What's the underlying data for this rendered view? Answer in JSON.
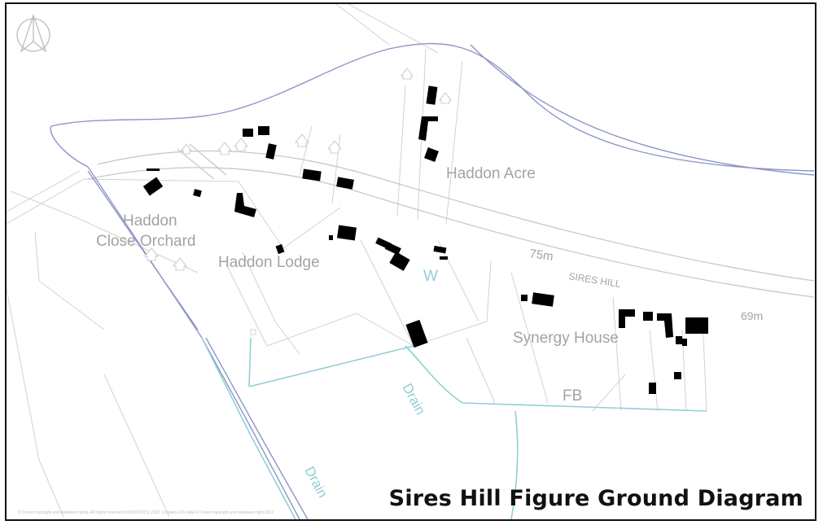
{
  "map": {
    "title": "Sires Hill Figure Ground Diagram",
    "copyright": "© Crown copyright and database rights. All rights reserved (0100031673) 2022. Contains OS data © Crown copyright and database right 2022",
    "labels": {
      "haddon_acre": "Haddon Acre",
      "haddon": "Haddon",
      "close_orchard": "Close Orchard",
      "haddon_lodge": "Haddon Lodge",
      "w": "W",
      "spot_75m": "75m",
      "sires_hill": "SIRES HILL",
      "spot_69m": "69m",
      "synergy_house": "Synergy House",
      "fb": "FB",
      "drain_1": "Drain",
      "drain_2": "Drain"
    },
    "icons": [
      "north-arrow-icon",
      "tree-icon"
    ],
    "colors": {
      "building": "#000000",
      "road": "#c8c8c8",
      "parcel": "#d2d2d2",
      "boundary": "#8e96c8",
      "water": "#8fd0d4",
      "label": "#a3a3a3",
      "title": "#111111"
    }
  }
}
